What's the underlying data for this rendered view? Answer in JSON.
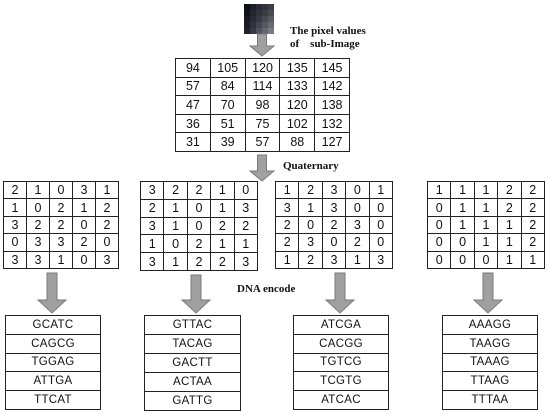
{
  "sub_image_shades": [
    [
      "#0e0e16",
      "#1e1e2a",
      "#2a2a38",
      "#34343f",
      "#3e3e48"
    ],
    [
      "#121219",
      "#24242e",
      "#32323c",
      "#3c3c46",
      "#4a4a54"
    ],
    [
      "#181820",
      "#2a2a34",
      "#3a3a44",
      "#4a4a52",
      "#5a5a62"
    ],
    [
      "#1c1c24",
      "#30303a",
      "#44444e",
      "#585860",
      "#6a6a72"
    ],
    [
      "#202028",
      "#383840",
      "#50505a",
      "#66666e",
      "#7a7a82"
    ]
  ],
  "labels": {
    "pixel_values": "The pixel values\nof    sub-Image",
    "quaternary": "Quaternary",
    "dna_encode": "DNA encode"
  },
  "pixel_matrix": [
    [
      "94",
      "105",
      "120",
      "135",
      "145"
    ],
    [
      "57",
      "84",
      "114",
      "133",
      "142"
    ],
    [
      "47",
      "70",
      "98",
      "120",
      "138"
    ],
    [
      "36",
      "51",
      "75",
      "102",
      "132"
    ],
    [
      "31",
      "39",
      "57",
      "88",
      "127"
    ]
  ],
  "quaternary_matrices": [
    [
      [
        "2",
        "1",
        "0",
        "3",
        "1"
      ],
      [
        "1",
        "0",
        "2",
        "1",
        "2"
      ],
      [
        "3",
        "2",
        "2",
        "0",
        "2"
      ],
      [
        "0",
        "3",
        "3",
        "2",
        "0"
      ],
      [
        "3",
        "3",
        "1",
        "0",
        "3"
      ]
    ],
    [
      [
        "3",
        "2",
        "2",
        "1",
        "0"
      ],
      [
        "2",
        "1",
        "0",
        "1",
        "3"
      ],
      [
        "3",
        "1",
        "0",
        "2",
        "2"
      ],
      [
        "1",
        "0",
        "2",
        "1",
        "1"
      ],
      [
        "3",
        "1",
        "2",
        "2",
        "3"
      ]
    ],
    [
      [
        "1",
        "2",
        "3",
        "0",
        "1"
      ],
      [
        "3",
        "1",
        "3",
        "0",
        "0"
      ],
      [
        "2",
        "0",
        "2",
        "3",
        "0"
      ],
      [
        "2",
        "3",
        "0",
        "2",
        "0"
      ],
      [
        "1",
        "2",
        "3",
        "1",
        "3"
      ]
    ],
    [
      [
        "1",
        "1",
        "1",
        "2",
        "2"
      ],
      [
        "0",
        "1",
        "1",
        "2",
        "2"
      ],
      [
        "0",
        "1",
        "1",
        "1",
        "2"
      ],
      [
        "0",
        "0",
        "1",
        "1",
        "2"
      ],
      [
        "0",
        "0",
        "0",
        "1",
        "1"
      ]
    ]
  ],
  "dna_sequences": [
    [
      "GCATC",
      "CAGCG",
      "TGGAG",
      "ATTGA",
      "TTCAT"
    ],
    [
      "GTTAC",
      "TACAG",
      "GACTT",
      "ACTAA",
      "GATTG"
    ],
    [
      "ATCGA",
      "CACGG",
      "TGTCG",
      "TCGTG",
      "ATCAC"
    ],
    [
      "AAAGG",
      "TAAGG",
      "TAAAG",
      "TTAAG",
      "TTTAA"
    ]
  ],
  "colors": {
    "arrow": "#a0a0a0",
    "arrow_edge": "#7a7a7a",
    "border": "#222222"
  }
}
